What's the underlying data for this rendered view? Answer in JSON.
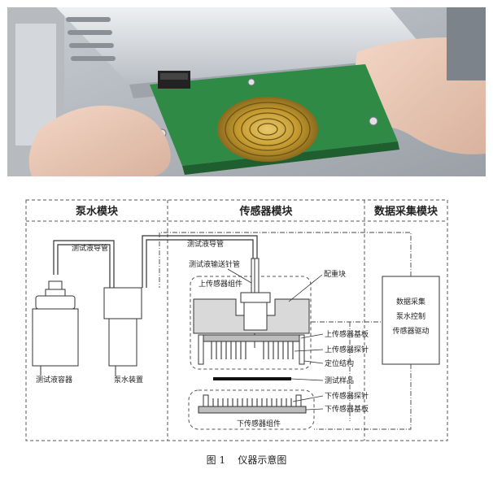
{
  "photo": {
    "description_icon": "instrument-photo"
  },
  "modules": {
    "pump": "泵水模块",
    "sensor": "传感器模块",
    "daq": "数据采集模块"
  },
  "labels": {
    "guide_tube_left": "测试液导管",
    "guide_tube_right": "测试液导管",
    "needle_tube": "测试液输送针管",
    "weight_block": "配重块",
    "upper_assembly": "上传感器组件",
    "liquid_container": "测试液容器",
    "pump_device": "泵水装置",
    "upper_board": "上传感器基板",
    "upper_probe": "上传感器探针",
    "positioning": "定位结构",
    "sample": "测试样品",
    "lower_probe": "下传感器探针",
    "lower_board": "下传感器基板",
    "lower_assembly": "下传感器组件"
  },
  "daq_box": {
    "line1": "数据采集",
    "line2": "泵水控制",
    "line3": "传感器驱动"
  },
  "caption": "图 1    仪器示意图"
}
